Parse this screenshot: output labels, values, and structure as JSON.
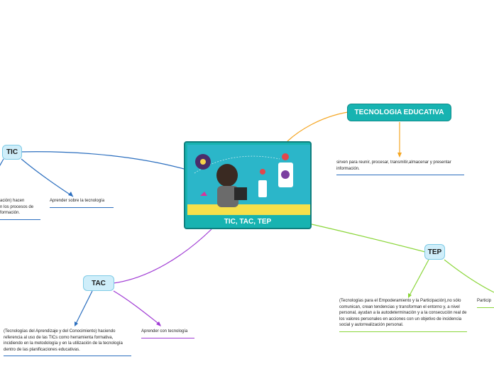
{
  "central": {
    "label": "TIC, TAC, TEP"
  },
  "nodes": {
    "tic": "TIC",
    "tac": "TAC",
    "tep": "TEP",
    "tecnologia_educativa": "TECNOLOGIA EDUCATIVA"
  },
  "notes": {
    "tic_desc": "ación) hacen\nn los procesos de\nformación.",
    "tic_aprender": "Aprender sobre la tecnología",
    "tecnologia_desc": "sirven para reunir, procesar, transmitir,almacenar y presentar información.",
    "tac_desc": "(Tecnologías del Aprendizaje y del Conocimiento) haciendo referencia al uso de las TICs como herramienta formativa, incidiendo en la metodología y en la utilización de la tecnología dentro de las planificaciones educativas.",
    "tac_aprender": "Aprender con tecnología",
    "tep_desc": "(Tecnologías para el Empoderamiento y la Participación),no sólo comunican, crean tendencias y transforman el entorno y, a nivel personal, ayudan a la autodeterminación y a la consecución real de los valores personales en acciones con un objetivo de incidencia social y autorrealización personal.",
    "tep_particip": "Particip"
  },
  "colors": {
    "teal": "#17b3b1",
    "light_node": "#cfeefa",
    "blue_link": "#2c6fbf",
    "purple_link": "#a03bd4",
    "green_link": "#8bd63a",
    "orange_link": "#f5a623"
  }
}
